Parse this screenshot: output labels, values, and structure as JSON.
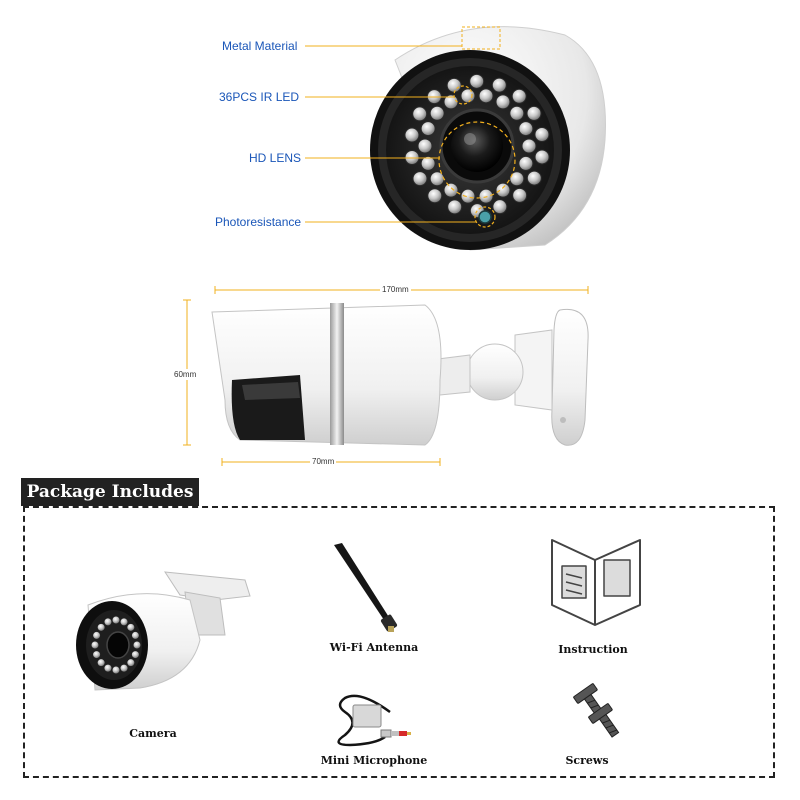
{
  "callouts": {
    "metal_material": "Metal Material",
    "ir_led": "36PCS IR LED",
    "hd_lens": "HD LENS",
    "photoresistance": "Photoresistance"
  },
  "dimensions": {
    "length": "170mm",
    "height": "60mm",
    "body_length": "70mm"
  },
  "package": {
    "title": "Package Includes",
    "items": {
      "camera": "Camera",
      "antenna": "Wi-Fi Antenna",
      "instruction": "Instruction",
      "microphone": "Mini Microphone",
      "screws": "Screws"
    }
  },
  "colors": {
    "callout_text": "#1a56b8",
    "callout_line": "#f2b01e",
    "dimension_line": "#f2b01e",
    "package_header_bg": "#222222"
  }
}
